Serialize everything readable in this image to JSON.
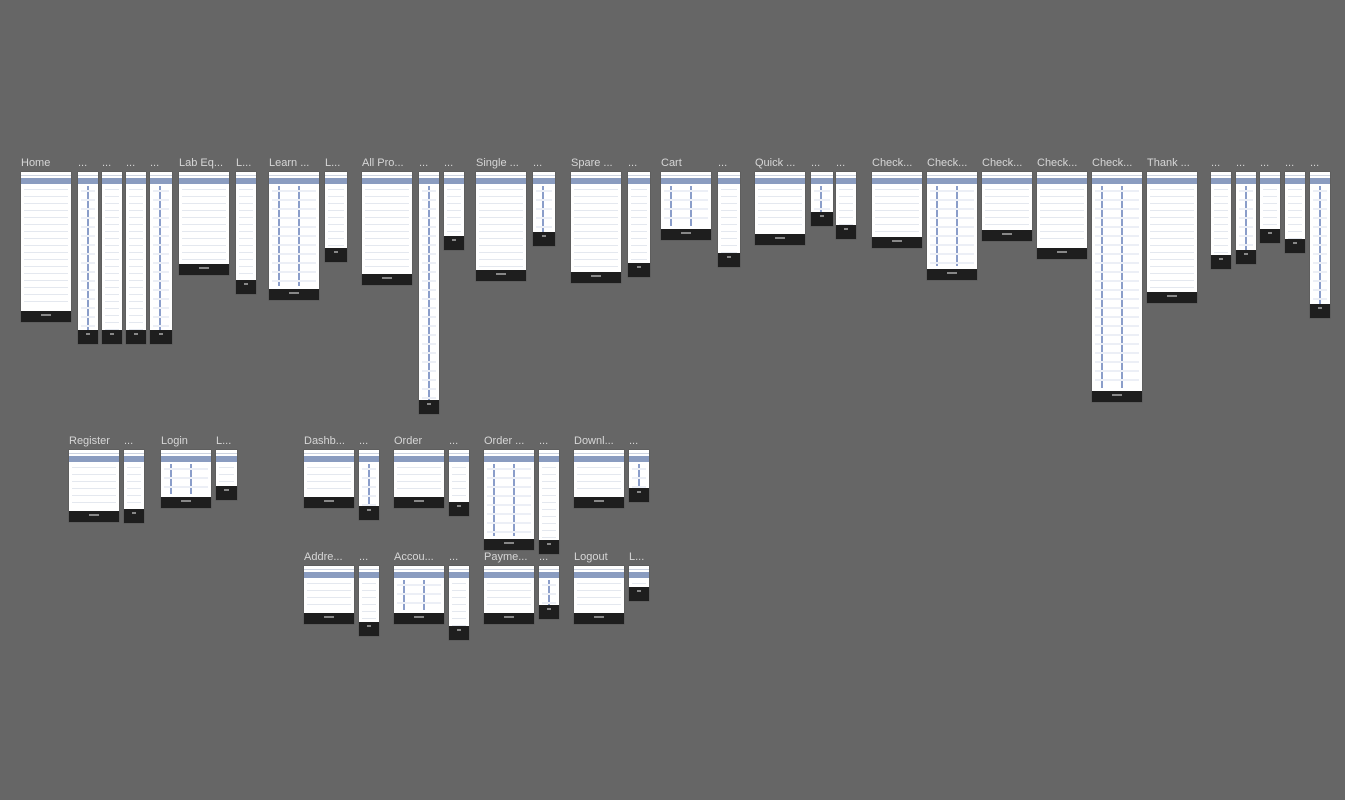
{
  "canvas": {
    "background": "#666666"
  },
  "frames": [
    {
      "label": "Home"
    },
    {
      "label": "..."
    },
    {
      "label": "..."
    },
    {
      "label": "..."
    },
    {
      "label": "..."
    },
    {
      "label": "Lab Eq..."
    },
    {
      "label": "L..."
    },
    {
      "label": "Learn ..."
    },
    {
      "label": "L..."
    },
    {
      "label": "All Pro..."
    },
    {
      "label": "..."
    },
    {
      "label": "..."
    },
    {
      "label": "Single ..."
    },
    {
      "label": "..."
    },
    {
      "label": "Spare ..."
    },
    {
      "label": "..."
    },
    {
      "label": "Cart"
    },
    {
      "label": "..."
    },
    {
      "label": "Quick ..."
    },
    {
      "label": "..."
    },
    {
      "label": "..."
    },
    {
      "label": "Check..."
    },
    {
      "label": "Check..."
    },
    {
      "label": "Check..."
    },
    {
      "label": "Check..."
    },
    {
      "label": "Check..."
    },
    {
      "label": "Thank ..."
    },
    {
      "label": "..."
    },
    {
      "label": "..."
    },
    {
      "label": "..."
    },
    {
      "label": "..."
    },
    {
      "label": "..."
    },
    {
      "label": "Register"
    },
    {
      "label": "..."
    },
    {
      "label": "Login"
    },
    {
      "label": "L..."
    },
    {
      "label": "Dashb..."
    },
    {
      "label": "..."
    },
    {
      "label": "Order"
    },
    {
      "label": "..."
    },
    {
      "label": "Order ..."
    },
    {
      "label": "..."
    },
    {
      "label": "Downl..."
    },
    {
      "label": "..."
    },
    {
      "label": "Addre..."
    },
    {
      "label": "..."
    },
    {
      "label": "Accou..."
    },
    {
      "label": "..."
    },
    {
      "label": "Payme..."
    },
    {
      "label": "..."
    },
    {
      "label": "Logout"
    },
    {
      "label": "L..."
    }
  ]
}
